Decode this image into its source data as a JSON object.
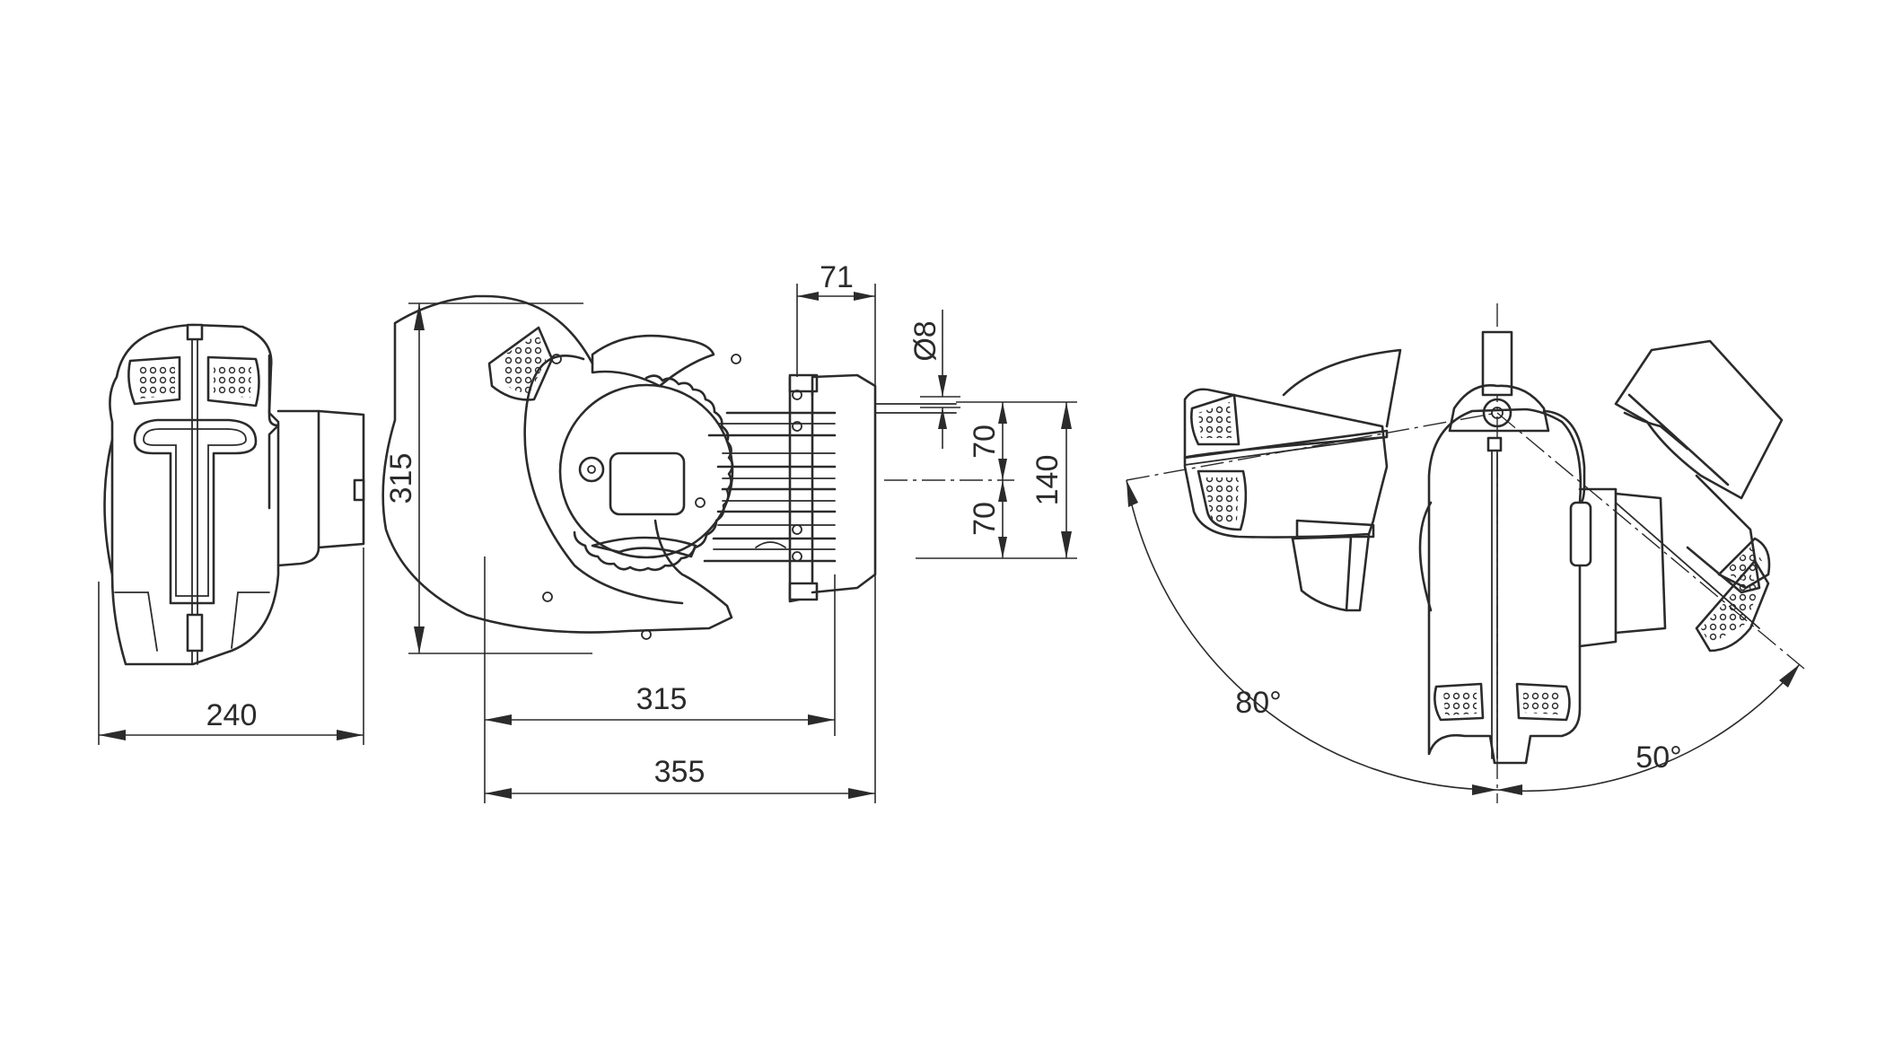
{
  "drawing": {
    "type": "technical-drawing",
    "views": [
      "side-view",
      "front-view",
      "top-swivel-view"
    ],
    "stroke_color": "#2b2b2b",
    "background_color": "#ffffff",
    "dimensions": {
      "side_width": "240",
      "front_height": "315",
      "front_width": "315",
      "overall_width": "355",
      "bracket_width": "71",
      "hole_diameter": "Ø8",
      "bracket_upper": "70",
      "bracket_lower": "70",
      "bracket_total": "140",
      "swivel_left": "80°",
      "swivel_right": "50°"
    }
  }
}
